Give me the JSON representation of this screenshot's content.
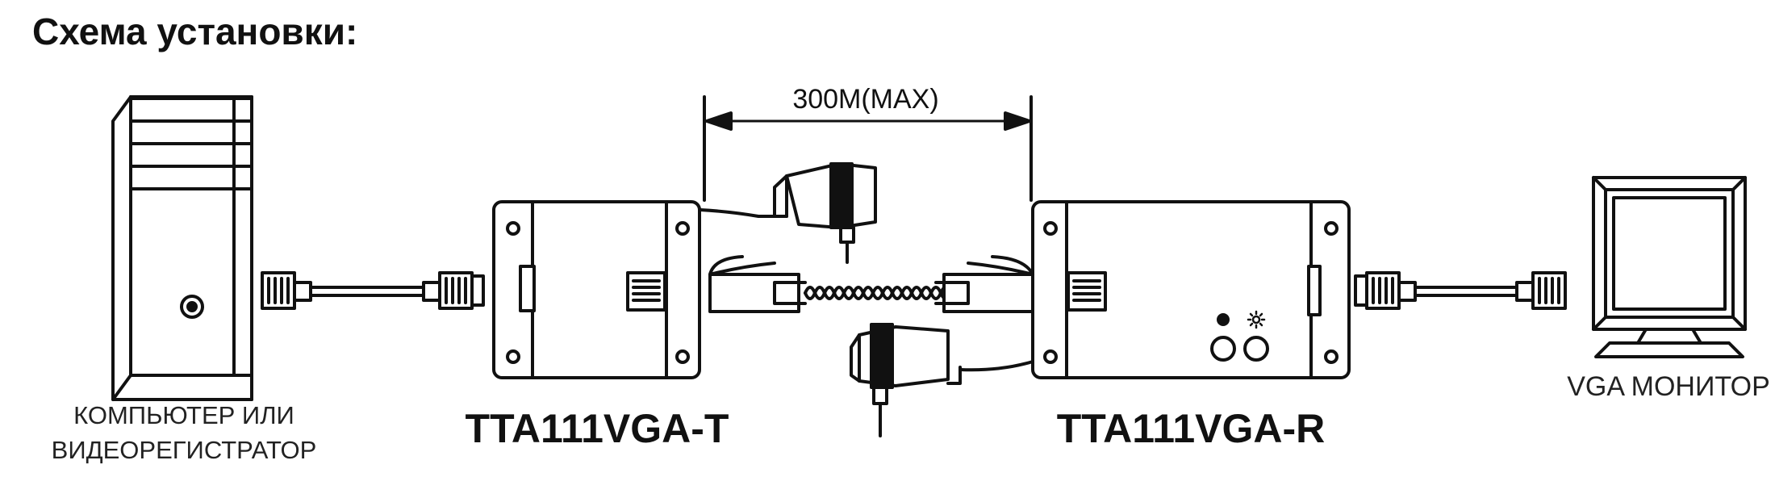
{
  "title": "Схема установки:",
  "distance_label": "300M(MAX)",
  "labels": {
    "pc_line1": "КОМПЬЮТЕР ИЛИ",
    "pc_line2": "ВИДЕОРЕГИСТРАТОР",
    "transmitter": "TTA111VGA-T",
    "receiver": "TTA111VGA-R",
    "monitor": "VGA МОНИТОР"
  },
  "icons": {
    "pc": "pc-tower-icon",
    "transmitter": "transmitter-box-icon",
    "receiver": "receiver-box-icon",
    "monitor": "monitor-icon",
    "power_adapter": "power-adapter-icon",
    "vga_connector": "vga-connector-icon",
    "rj45": "rj45-connector-icon",
    "twisted_pair": "twisted-pair-cable-icon"
  },
  "colors": {
    "ink": "#111111",
    "box_fill": "#ffffff"
  }
}
